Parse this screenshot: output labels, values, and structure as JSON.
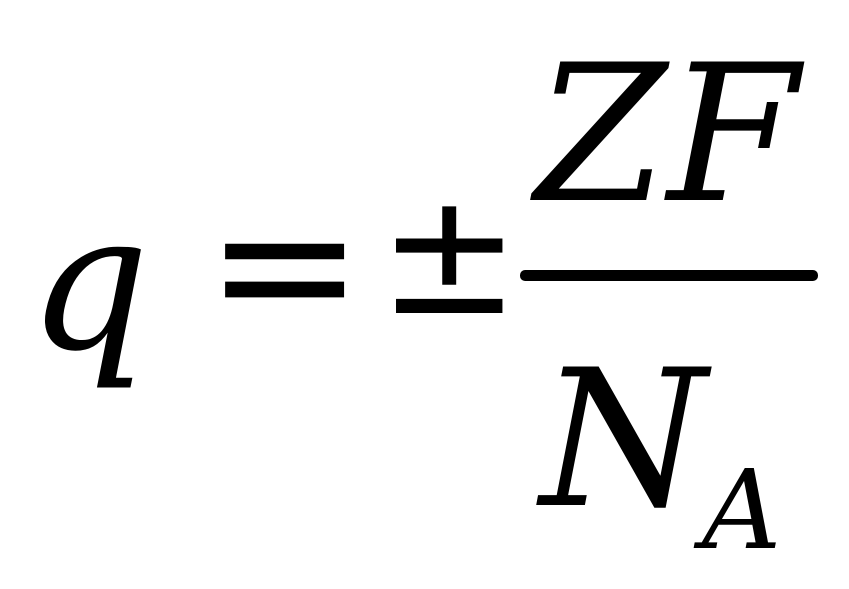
{
  "formula": {
    "lhs": "q",
    "equals": "=",
    "plus_minus": "±",
    "numerator": "ZF",
    "denominator": "N",
    "denominator_subscript": "A"
  }
}
